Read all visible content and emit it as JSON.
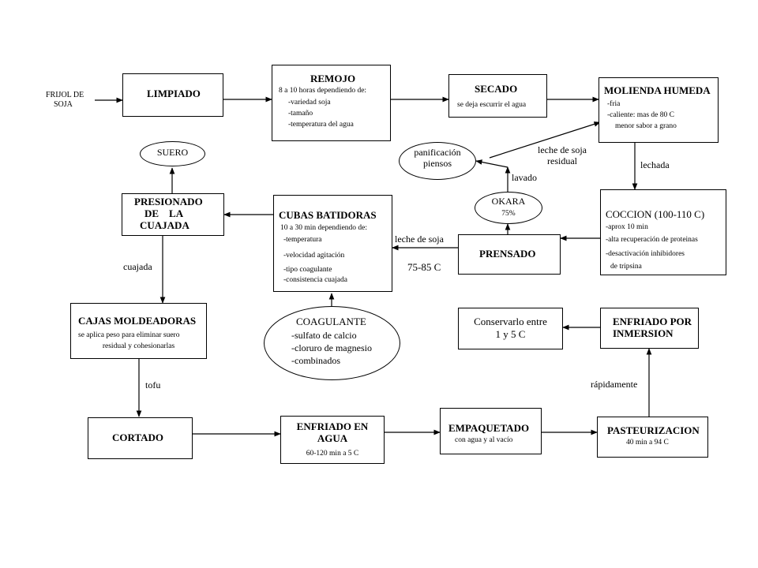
{
  "start_label": [
    "FRIJOL DE",
    "SOJA"
  ],
  "limpiado": {
    "title": "LIMPIADO"
  },
  "remojo": {
    "title": "REMOJO",
    "lines": [
      "8 a 10 horas dependiendo de:",
      "-variedad soja",
      "-tamaño",
      "-temperatura del agua"
    ]
  },
  "secado": {
    "title": "SECADO",
    "lines": [
      "se deja escurrir el agua"
    ]
  },
  "molienda": {
    "title": "MOLIENDA HUMEDA",
    "lines": [
      "-fria",
      "-caliente: mas de 80 C",
      "menor sabor a grano"
    ]
  },
  "panificacion": {
    "lines": [
      "panificación",
      "piensos"
    ]
  },
  "leche_residual": {
    "lines": [
      "leche de soja",
      "residual"
    ]
  },
  "lechada": "lechada",
  "lavado": "lavado",
  "suero": {
    "title": "SUERO"
  },
  "presionado": {
    "lines": [
      "PRESIONADO",
      "DE    LA",
      "CUAJADA"
    ]
  },
  "cubas": {
    "title": "CUBAS BATIDORAS",
    "lines": [
      "10 a 30 min dependiendo de:",
      "-temperatura",
      "-velocidad agitación",
      "-tipo coagulante",
      "-consistencia cuajada"
    ]
  },
  "okara": {
    "title": "OKARA",
    "sub": "75%"
  },
  "coccion": {
    "title": "COCCION (100-110 C)",
    "lines": [
      "-aprox 10 min",
      "-alta recuperación de proteinas",
      "-desactivación inhibidores",
      "de tripsina"
    ]
  },
  "prensado": {
    "title": "PRENSADO"
  },
  "leche_soja": "leche de soja",
  "temp_range": "75-85 C",
  "cuajada": "cuajada",
  "cajas": {
    "title": "CAJAS MOLDEADORAS",
    "lines": [
      "se aplica peso para eliminar suero",
      "residual y cohesionarlas"
    ]
  },
  "coagulante": {
    "title": "COAGULANTE",
    "lines": [
      "-sulfato de calcio",
      "-cloruro de magnesio",
      "-combinados"
    ]
  },
  "conservar": {
    "lines": [
      "Conservarlo entre",
      "1 y 5 C"
    ]
  },
  "enfriado_inmersion": {
    "lines": [
      "ENFRIADO POR",
      "INMERSION"
    ]
  },
  "rapidamente": "rápidamente",
  "tofu": "tofu",
  "cortado": {
    "title": "CORTADO"
  },
  "enfriado_agua": {
    "lines": [
      "ENFRIADO EN",
      "AGUA"
    ],
    "sub": "60-120 min a 5 C"
  },
  "empaquetado": {
    "title": "EMPAQUETADO",
    "sub": "con agua y al vacío"
  },
  "pasteurizacion": {
    "title": "PASTEURIZACION",
    "sub": "40 min a 94 C"
  }
}
